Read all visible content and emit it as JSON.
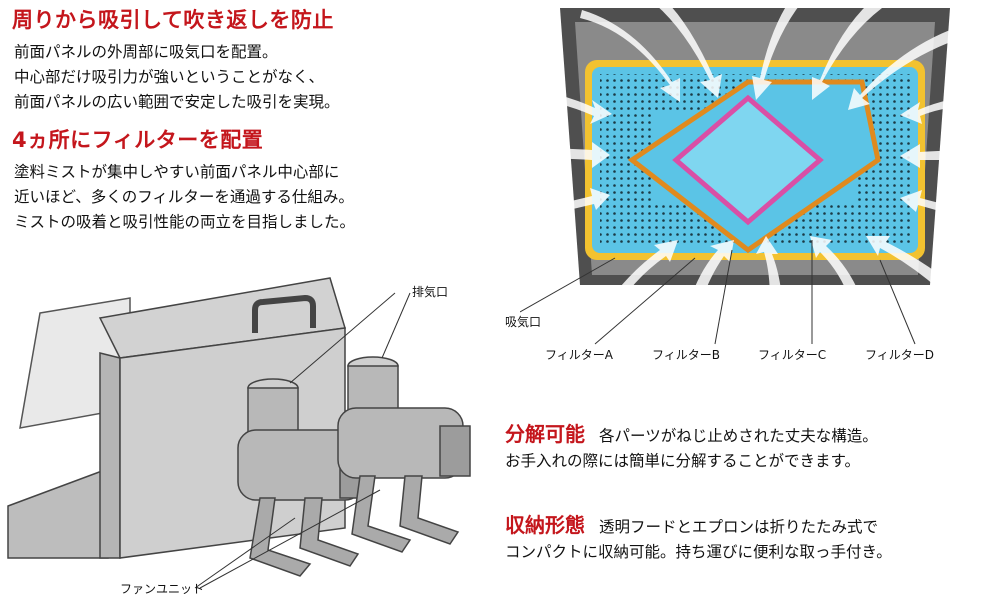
{
  "section1": {
    "heading": "周りから吸引して吹き返しを防止",
    "lines": [
      "前面パネルの外周部に吸気口を配置。",
      "中心部だけ吸引力が強いということがなく、",
      "前面パネルの広い範囲で安定した吸引を実現。"
    ]
  },
  "section2": {
    "heading": "4ヵ所にフィルターを配置",
    "lines": [
      "塗料ミストが集中しやすい前面パネル中心部に",
      "近いほど、多くのフィルターを通過する仕組み。",
      "ミストの吸着と吸引性能の両立を目指しました。"
    ]
  },
  "diagram_labels": {
    "intake": "吸気口",
    "filter_a": "フィルターA",
    "filter_b": "フィルターB",
    "filter_c": "フィルターC",
    "filter_d": "フィルターD"
  },
  "machine_labels": {
    "exhaust": "排気口",
    "fan_unit": "ファンユニット"
  },
  "feature1": {
    "tag": "分解可能",
    "line1": "各パーツがねじ止めされた丈夫な構造。",
    "line2": "お手入れの際には簡単に分解することができます。"
  },
  "feature2": {
    "tag": "収納形態",
    "line1": "透明フードとエプロンは折りたたみ式で",
    "line2": "コンパクトに収納可能。持ち運びに便利な取っ手付き。"
  },
  "colors": {
    "accent_red": "#c4161c",
    "panel_blue": "#5bc4e6",
    "filter_orange": "#e08a1e",
    "filter_pink": "#d94fa6",
    "frame_gray": "#6b6b6b"
  }
}
